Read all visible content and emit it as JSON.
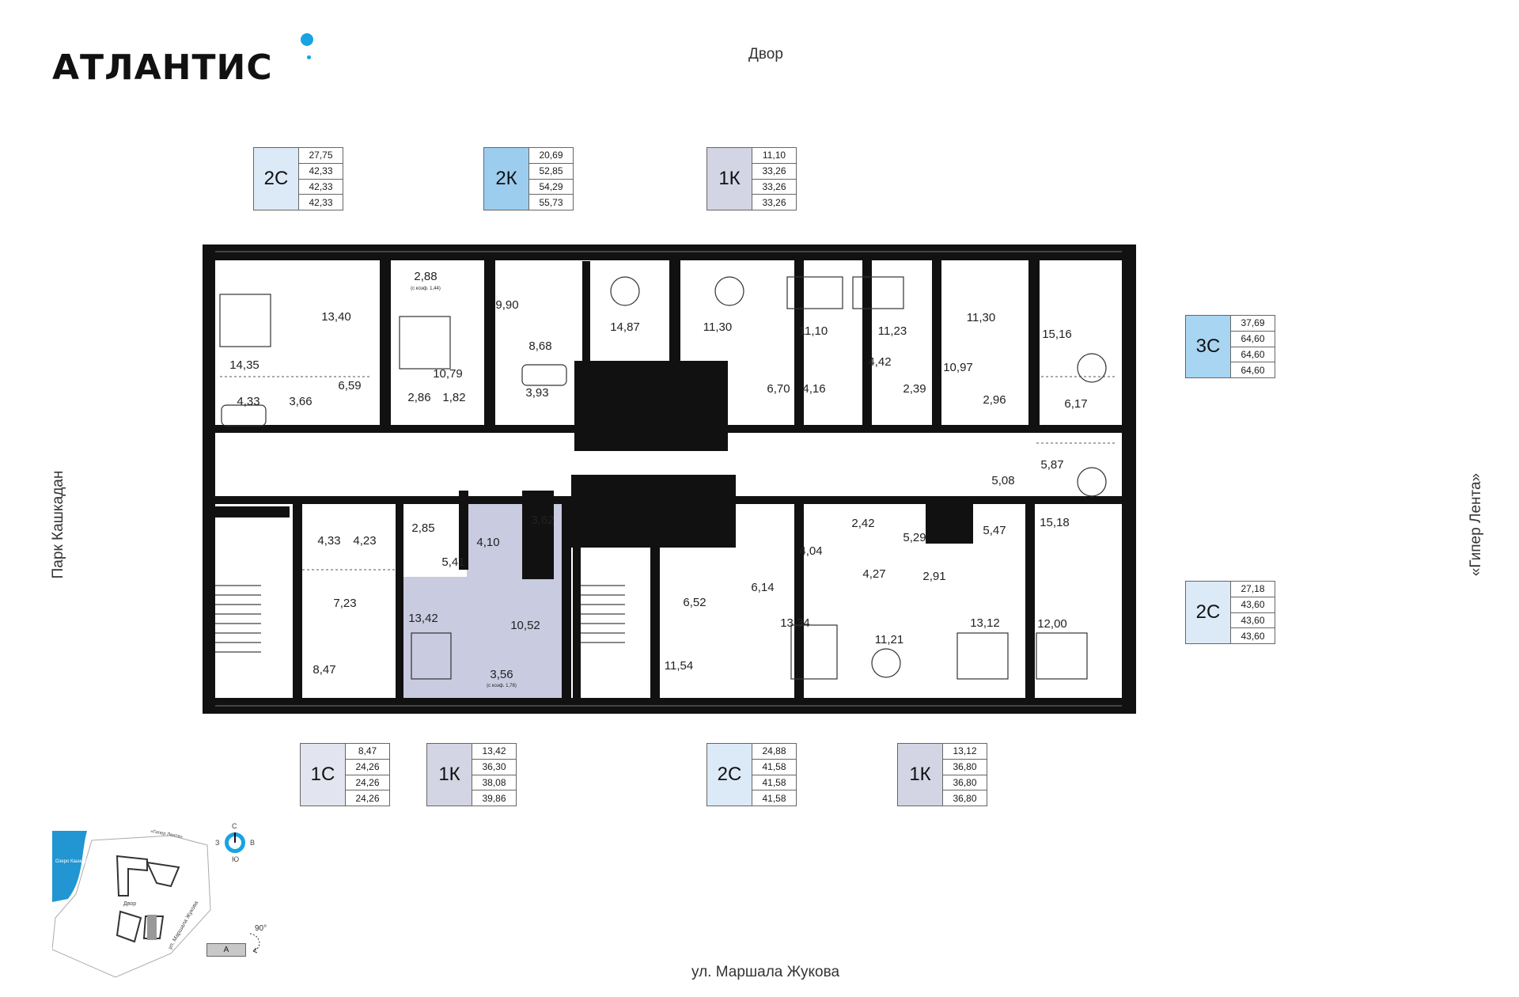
{
  "brand": {
    "logo_text": "АТЛАНТИС"
  },
  "orientation": {
    "top": "Двор",
    "bottom": "ул. Маршала Жукова",
    "left": "Парк Кашкадан",
    "right": "«Гипер Лента»"
  },
  "colors": {
    "accent": "#18a4e0",
    "type_1k": "#d3d5e4",
    "type_2k": "#9ccdef",
    "type_2c": "#dceaf7",
    "type_3c": "#a7d5f2",
    "type_1c": "#e2e4ef",
    "highlight": "#c9cbe0"
  },
  "legend_top": [
    {
      "type": "2С",
      "values": [
        "27,75",
        "42,33",
        "42,33",
        "42,33"
      ]
    },
    {
      "type": "2К",
      "values": [
        "20,69",
        "52,85",
        "54,29",
        "55,73"
      ]
    },
    {
      "type": "1К",
      "values": [
        "11,10",
        "33,26",
        "33,26",
        "33,26"
      ]
    }
  ],
  "legend_right": [
    {
      "type": "3С",
      "values": [
        "37,69",
        "64,60",
        "64,60",
        "64,60"
      ]
    },
    {
      "type": "2С",
      "values": [
        "27,18",
        "43,60",
        "43,60",
        "43,60"
      ]
    }
  ],
  "legend_bottom": [
    {
      "type": "1С",
      "values": [
        "8,47",
        "24,26",
        "24,26",
        "24,26"
      ]
    },
    {
      "type": "1К",
      "values": [
        "13,42",
        "36,30",
        "38,08",
        "39,86"
      ]
    },
    {
      "type": "2С",
      "values": [
        "24,88",
        "41,58",
        "41,58",
        "41,58"
      ]
    },
    {
      "type": "1К",
      "values": [
        "13,12",
        "36,80",
        "36,80",
        "36,80"
      ]
    }
  ],
  "rooms_top": [
    "14,35",
    "13,40",
    "6,59",
    "4,33",
    "3,66",
    "2,88",
    "10,79",
    "2,86",
    "1,82",
    "9,90",
    "8,68",
    "3,93",
    "14,87",
    "11,30",
    "6,70",
    "11,10",
    "4,16",
    "11,23",
    "4,42",
    "2,39",
    "11,30",
    "10,97",
    "2,96",
    "15,16",
    "6,17"
  ],
  "rooms_bottom": [
    "4,33",
    "4,23",
    "7,23",
    "8,47",
    "2,85",
    "4,10",
    "5,41",
    "3,62",
    "13,42",
    "10,52",
    "3,56",
    "6,52",
    "11,54",
    "6,14",
    "4,04",
    "13,34",
    "2,42",
    "4,27",
    "5,29",
    "2,91",
    "11,21",
    "13,12",
    "5,08",
    "5,47",
    "5,87",
    "15,18",
    "12,00"
  ],
  "notes": {
    "n1": "(с коэф. 1,44)",
    "n2": "(с коэф. 1,78)"
  },
  "minimap": {
    "lake": "Озеро Кашкадан",
    "road_top": "«Гипер Лента»",
    "yard": "Двор",
    "road_side": "ул. Маршала Жукова",
    "section_label": "А",
    "rotation": "90°",
    "compass": {
      "n": "С",
      "s": "Ю",
      "w": "З",
      "e": "В"
    }
  }
}
